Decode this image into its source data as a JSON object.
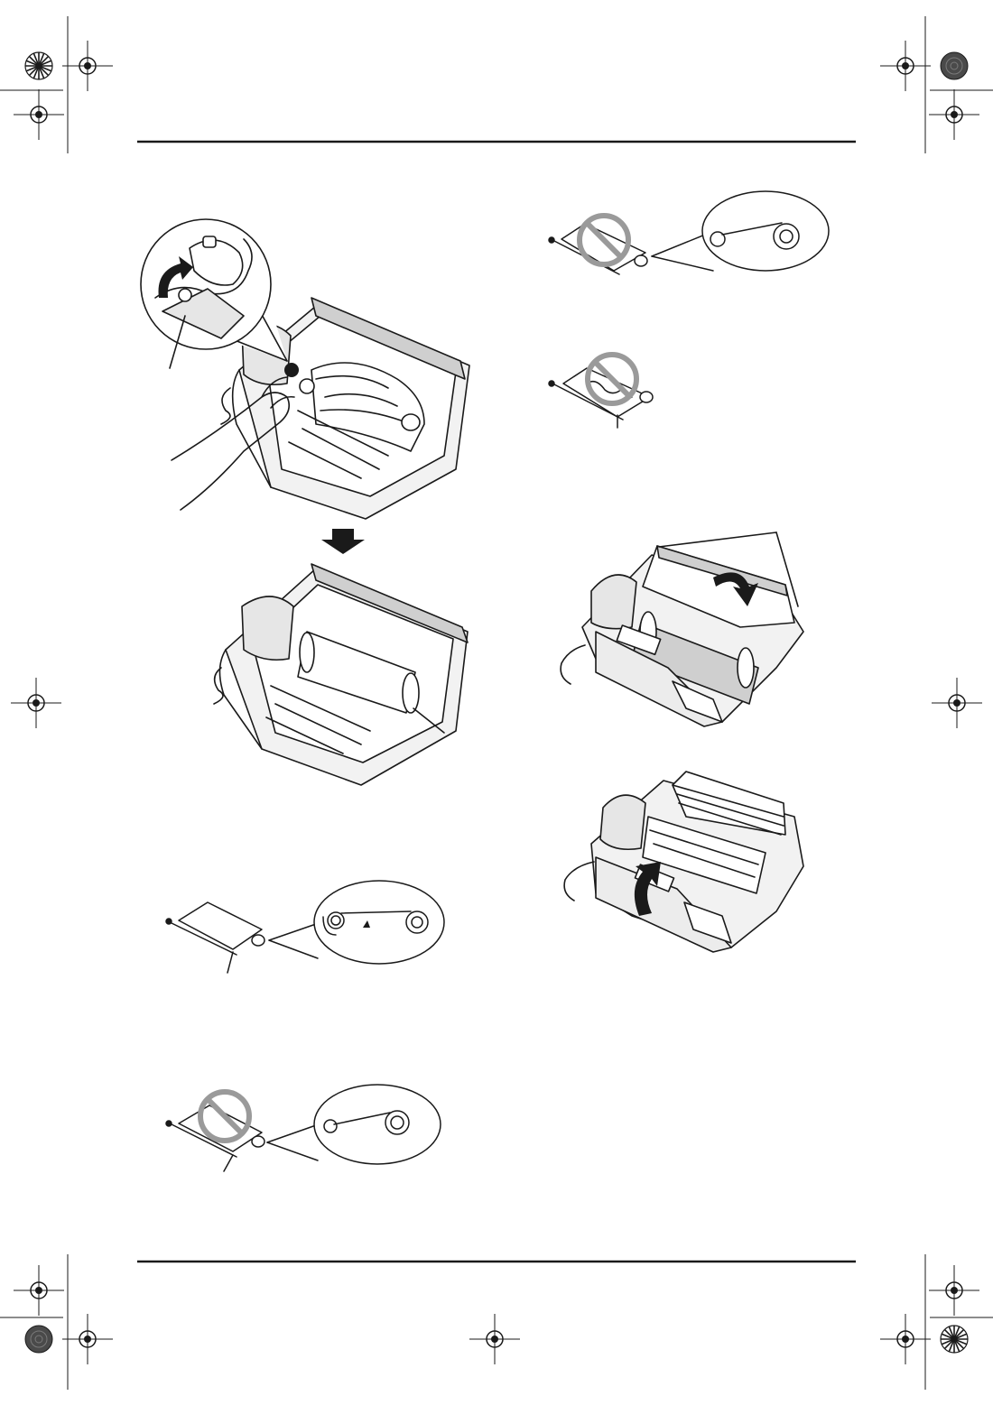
{
  "page": {
    "background": "#ffffff",
    "ink": "#1a1a1a",
    "machine_fill": "#f2f2f2",
    "machine_shade": "#cfcfcf",
    "prohibit_color": "#9a9a9a"
  },
  "illustrations": [
    {
      "name": "fax-open-turn-gear",
      "icons": [
        "gear-knob-icon",
        "curved-arrow-icon",
        "hand-icon"
      ]
    },
    {
      "name": "fax-open-film-taut",
      "icons": []
    },
    {
      "name": "film-roll-correct",
      "icons": [
        "tension-arrow-icon"
      ]
    },
    {
      "name": "film-roll-incorrect-reversed",
      "icons": [
        "prohibited-icon"
      ]
    },
    {
      "name": "film-roll-incorrect-loose",
      "icons": [
        "prohibited-icon"
      ]
    },
    {
      "name": "film-roll-incorrect-wrinkled",
      "icons": [
        "prohibited-icon"
      ]
    },
    {
      "name": "fax-close-back-cover",
      "icons": [
        "curved-arrow-icon"
      ]
    },
    {
      "name": "fax-close-front-cover",
      "icons": [
        "curved-arrow-icon"
      ]
    }
  ]
}
